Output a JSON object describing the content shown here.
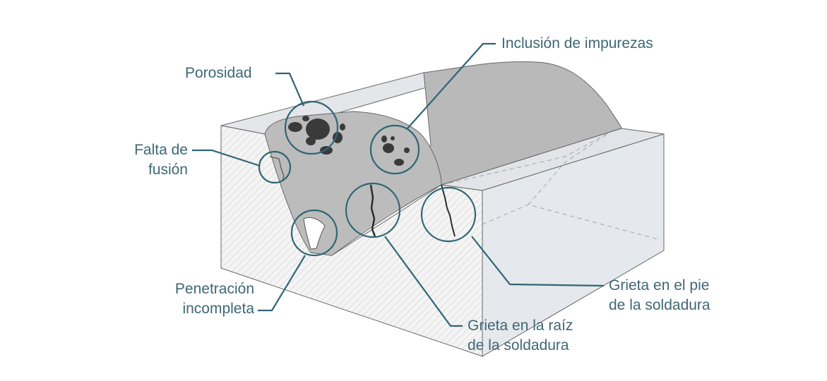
{
  "colors": {
    "leader": "#2f6676",
    "weld": "#bdbdbd",
    "metal": "#e7e9ec",
    "defect": "#3a3a3a"
  },
  "labels": {
    "porosity": "Porosidad",
    "inclusion": "Inclusión de impurezas",
    "lack_fusion_1": "Falta de",
    "lack_fusion_2": "fusión",
    "incomplete_pen_1": "Penetración",
    "incomplete_pen_2": "incompleta",
    "root_crack_1": "Grieta en la raíz",
    "root_crack_2": "de la soldadura",
    "toe_crack_1": "Grieta en el pie",
    "toe_crack_2": "de la soldadura"
  }
}
